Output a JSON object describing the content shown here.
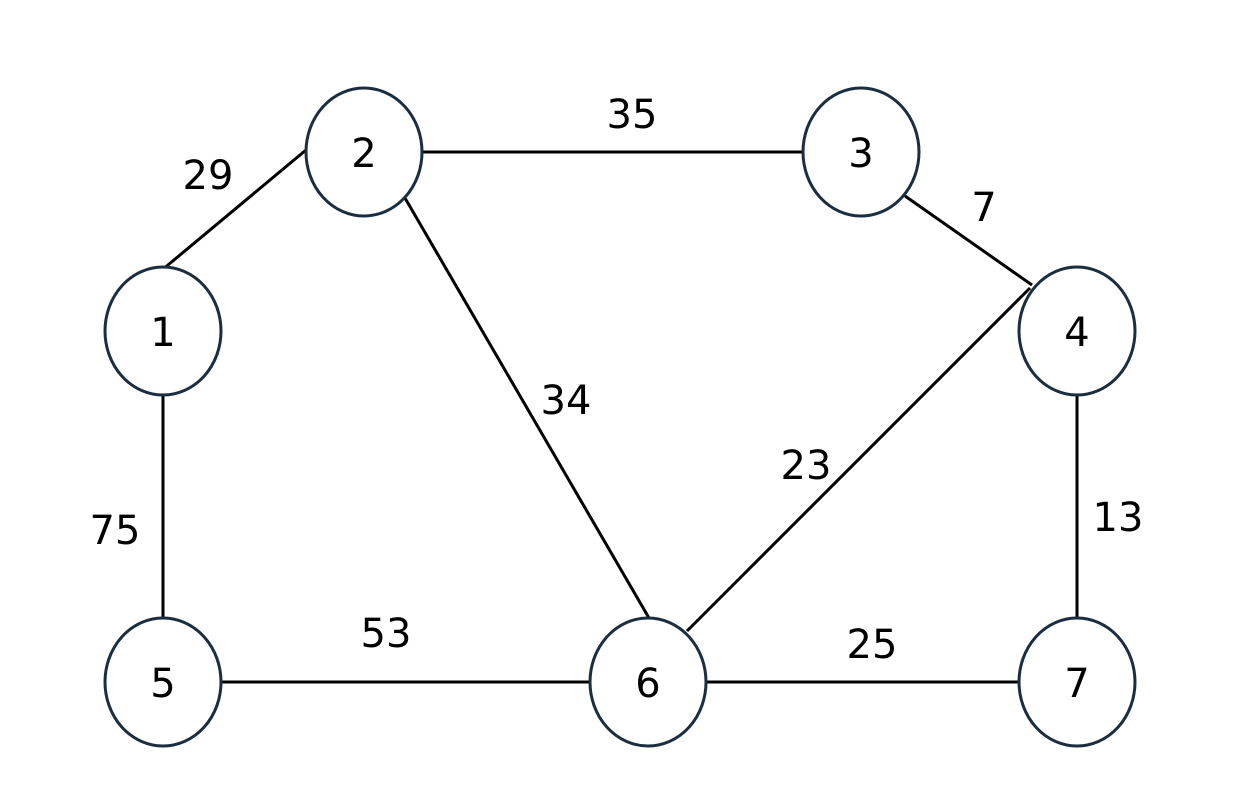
{
  "graph": {
    "type": "undirected-weighted",
    "nodes": [
      {
        "id": "1",
        "label": "1"
      },
      {
        "id": "2",
        "label": "2"
      },
      {
        "id": "3",
        "label": "3"
      },
      {
        "id": "4",
        "label": "4"
      },
      {
        "id": "5",
        "label": "5"
      },
      {
        "id": "6",
        "label": "6"
      },
      {
        "id": "7",
        "label": "7"
      }
    ],
    "edges": [
      {
        "from": "1",
        "to": "2",
        "weight": "29"
      },
      {
        "from": "2",
        "to": "3",
        "weight": "35"
      },
      {
        "from": "3",
        "to": "4",
        "weight": "7"
      },
      {
        "from": "2",
        "to": "6",
        "weight": "34"
      },
      {
        "from": "4",
        "to": "6",
        "weight": "23"
      },
      {
        "from": "4",
        "to": "7",
        "weight": "13"
      },
      {
        "from": "1",
        "to": "5",
        "weight": "75"
      },
      {
        "from": "5",
        "to": "6",
        "weight": "53"
      },
      {
        "from": "6",
        "to": "7",
        "weight": "25"
      }
    ]
  },
  "colors": {
    "node_stroke": "#1a2e40",
    "edge": "#000000",
    "background": "#ffffff"
  }
}
